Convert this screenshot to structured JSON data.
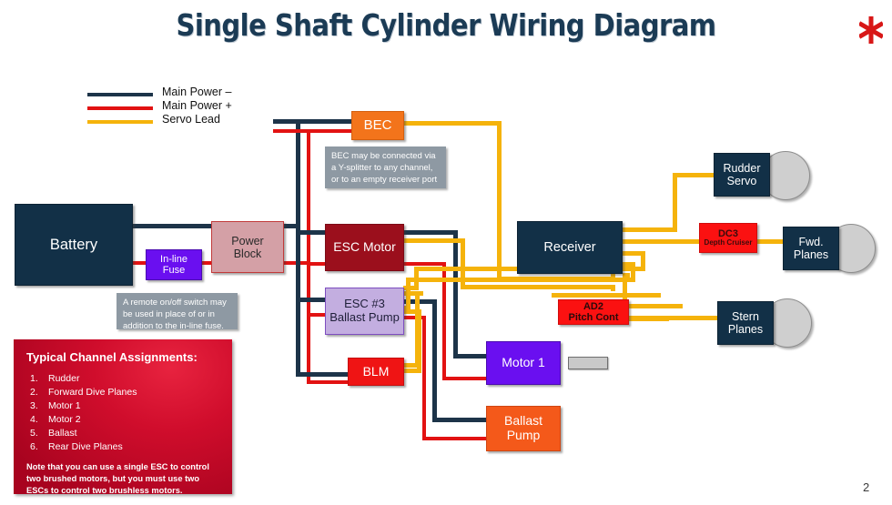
{
  "page": {
    "title": "Single Shaft Cylinder Wiring Diagram",
    "page_number": "2",
    "logo": "red-asterisk-logo",
    "colors": {
      "navy": "#1d3449",
      "red": "#e21212",
      "yellow": "#f5b30b",
      "title_navy": "#1b3b55",
      "card_red": "#d00d2c"
    }
  },
  "legend": {
    "items": [
      {
        "label": "Main Power –",
        "color": "#1d3449",
        "name": "main-power-negative"
      },
      {
        "label": "Main Power +",
        "color": "#e21212",
        "name": "main-power-positive"
      },
      {
        "label": "Servo Lead",
        "color": "#f5b30b",
        "name": "servo-lead"
      }
    ]
  },
  "blocks": {
    "battery": "Battery",
    "fuse_line1": "In-line",
    "fuse_line2": "Fuse",
    "power_block_line1": "Power",
    "power_block_line2": "Block",
    "bec": "BEC",
    "esc_motor": "ESC Motor",
    "esc3_line1": "ESC #3",
    "esc3_line2": "Ballast Pump",
    "blm": "BLM",
    "receiver": "Receiver",
    "motor1": "Motor 1",
    "ballast_pump_line1": "Ballast",
    "ballast_pump_line2": "Pump",
    "rudder_servo_line1": "Rudder",
    "rudder_servo_line2": "Servo",
    "fwd_planes_line1": "Fwd.",
    "fwd_planes_line2": "Planes",
    "stern_planes_line1": "Stern",
    "stern_planes_line2": "Planes",
    "dc3_line1": "DC3",
    "dc3_line2": "Depth Cruiser",
    "ad2_line1": "AD2",
    "ad2_line2": "Pitch Cont"
  },
  "notes": {
    "bec_note": "BEC may be connected via a Y-splitter to any channel, or to an empty receiver port",
    "fuse_note": "A remote on/off switch may be used in place of or in addition to the in-line fuse."
  },
  "channel_card": {
    "heading": "Typical Channel Assignments:",
    "items": [
      {
        "num": "1.",
        "label": "Rudder"
      },
      {
        "num": "2.",
        "label": "Forward Dive Planes"
      },
      {
        "num": "3.",
        "label": "Motor 1"
      },
      {
        "num": "4.",
        "label": "Motor 2"
      },
      {
        "num": "5.",
        "label": "Ballast"
      },
      {
        "num": "6.",
        "label": "Rear Dive Planes"
      }
    ],
    "footnote": "Note that you can use a single ESC to control two brushed motors, but you must use two ESCs to control two brushless motors."
  }
}
